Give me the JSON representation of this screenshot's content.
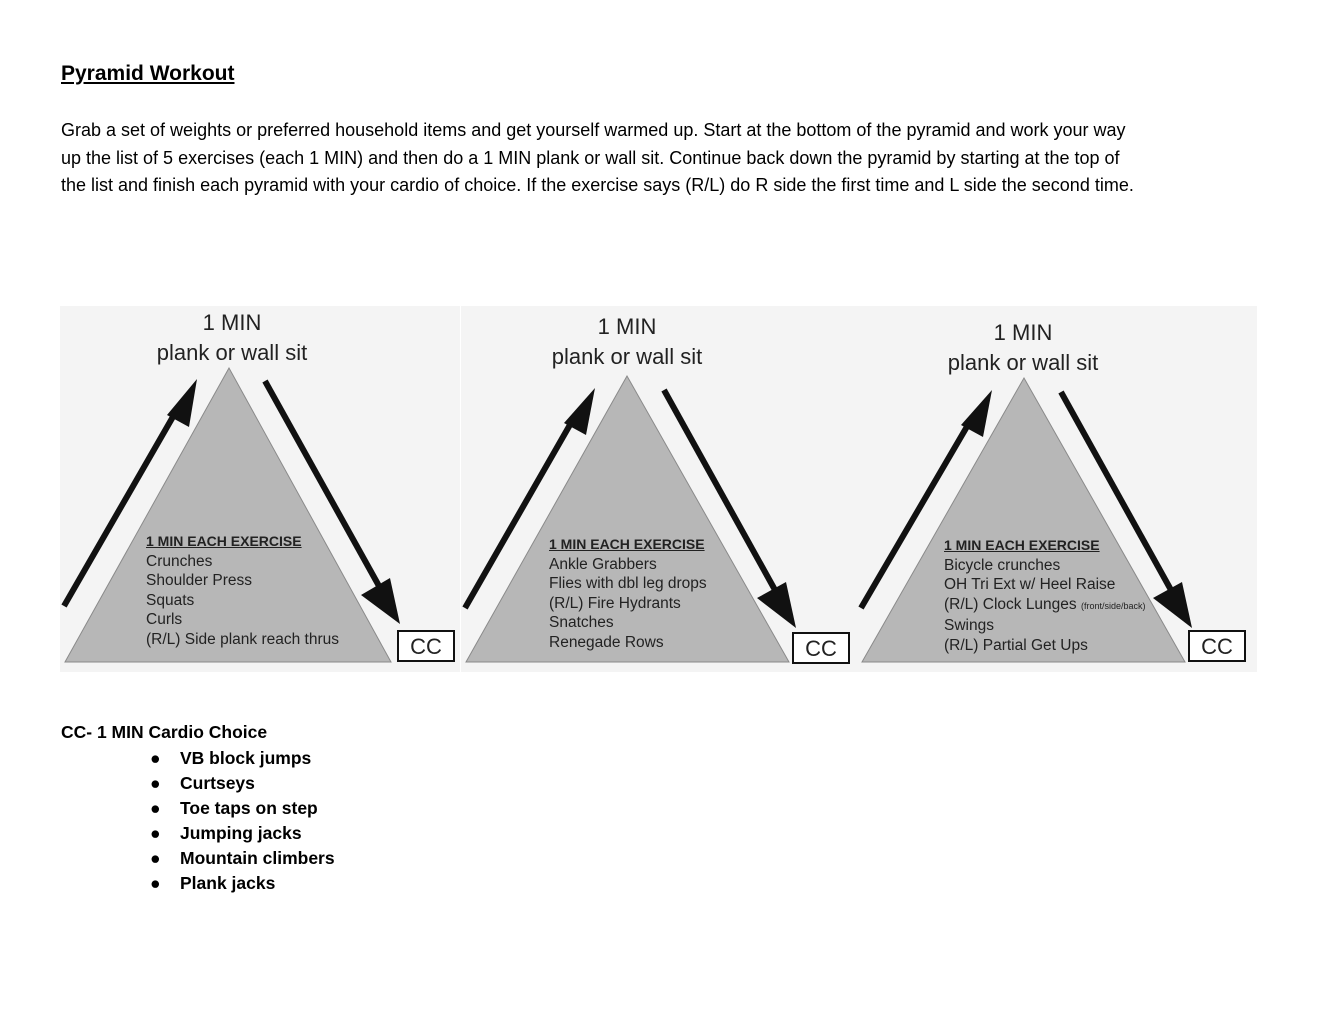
{
  "document": {
    "title": "Pyramid Workout",
    "intro_lines": [
      "Grab a set of weights or preferred household items and get yourself warmed up. Start at the bottom of the pyramid and work your way",
      "up the list of 5 exercises (each 1 MIN) and then do a 1 MIN plank or wall sit. Continue back down the pyramid by starting at the top of",
      "the list and finish each pyramid with your cardio of choice. If the exercise says (R/L) do R side the first time and L side the second time."
    ]
  },
  "pyramids": [
    {
      "peak_line1": "1 MIN",
      "peak_line2": "plank or wall sit",
      "heading": "1 MIN EACH EXERCISE",
      "exercises": [
        "Crunches",
        "Shoulder Press",
        "Squats",
        "Curls",
        "(R/L) Side plank reach thrus"
      ],
      "cc_label": "CC"
    },
    {
      "peak_line1": "1 MIN",
      "peak_line2": "plank or wall sit",
      "heading": "1 MIN EACH EXERCISE",
      "exercises": [
        "Ankle Grabbers",
        "Flies with dbl leg drops",
        "(R/L) Fire Hydrants",
        "Snatches",
        "Renegade Rows"
      ],
      "cc_label": "CC"
    },
    {
      "peak_line1": "1 MIN",
      "peak_line2": "plank or wall sit",
      "heading": "1 MIN EACH EXERCISE",
      "exercises": [
        "Bicycle crunches",
        "OH Tri Ext w/ Heel Raise",
        "(R/L) Clock Lunges",
        "Swings",
        "(R/L) Partial Get Ups"
      ],
      "exercise_note": "(front/side/back)",
      "cc_label": "CC"
    }
  ],
  "cardio": {
    "title": "CC- 1 MIN Cardio Choice",
    "bullet": "●",
    "items": [
      "VB block jumps",
      "Curtseys",
      "Toe taps on step",
      "Jumping jacks",
      "Mountain climbers",
      "Plank jacks"
    ]
  },
  "colors": {
    "pyramid_fill": "#b7b7b7",
    "pyramid_bg": "#f4f4f4",
    "arrow": "#111111"
  }
}
